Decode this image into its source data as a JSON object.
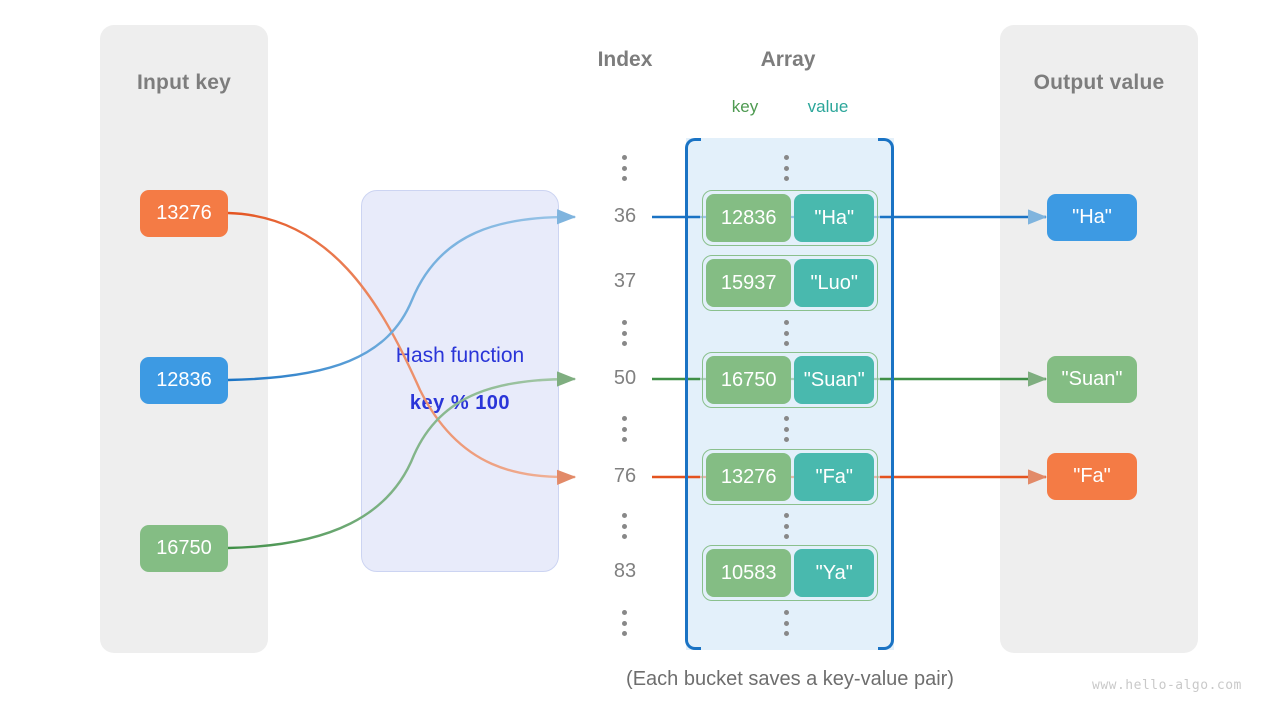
{
  "panels": {
    "input": {
      "title": "Input key"
    },
    "output": {
      "title": "Output value"
    }
  },
  "headings": {
    "index": "Index",
    "array": "Array",
    "key": "key",
    "value": "value"
  },
  "hash_function": {
    "title": "Hash function",
    "formula": "key % 100"
  },
  "input_keys": [
    {
      "label": "13276",
      "color": "#f47b45"
    },
    {
      "label": "12836",
      "color": "#3d9ae3"
    },
    {
      "label": "16750",
      "color": "#84bd84"
    }
  ],
  "index_column": [
    {
      "type": "ellipsis"
    },
    {
      "type": "index",
      "label": "36"
    },
    {
      "type": "index",
      "label": "37"
    },
    {
      "type": "ellipsis"
    },
    {
      "type": "index",
      "label": "50"
    },
    {
      "type": "ellipsis"
    },
    {
      "type": "index",
      "label": "76"
    },
    {
      "type": "ellipsis"
    },
    {
      "type": "index",
      "label": "83"
    },
    {
      "type": "ellipsis"
    }
  ],
  "buckets": [
    {
      "key": "12836",
      "value": "\"Ha\""
    },
    {
      "key": "15937",
      "value": "\"Luo\""
    },
    {
      "key": "16750",
      "value": "\"Suan\""
    },
    {
      "key": "13276",
      "value": "\"Fa\""
    },
    {
      "key": "10583",
      "value": "\"Ya\""
    }
  ],
  "output_values": [
    {
      "label": "\"Ha\"",
      "color": "#3d9ae3"
    },
    {
      "label": "\"Suan\"",
      "color": "#84bd84"
    },
    {
      "label": "\"Fa\"",
      "color": "#f47b45"
    }
  ],
  "caption": "(Each bucket saves a key-value pair)",
  "watermark": "www.hello-algo.com",
  "colors": {
    "orange": "#f47b45",
    "orange_line": "#e4531f",
    "blue": "#3d9ae3",
    "blue_line": "#1a73c4",
    "green": "#84bd84",
    "green_line": "#3f8f46",
    "teal": "#49b9ae",
    "panel_bg": "#eeeeee",
    "array_bg": "#e3f0fa",
    "hash_bg": "#e8ebfa",
    "hash_text": "#2a35d8",
    "heading": "#7d7d7d"
  }
}
